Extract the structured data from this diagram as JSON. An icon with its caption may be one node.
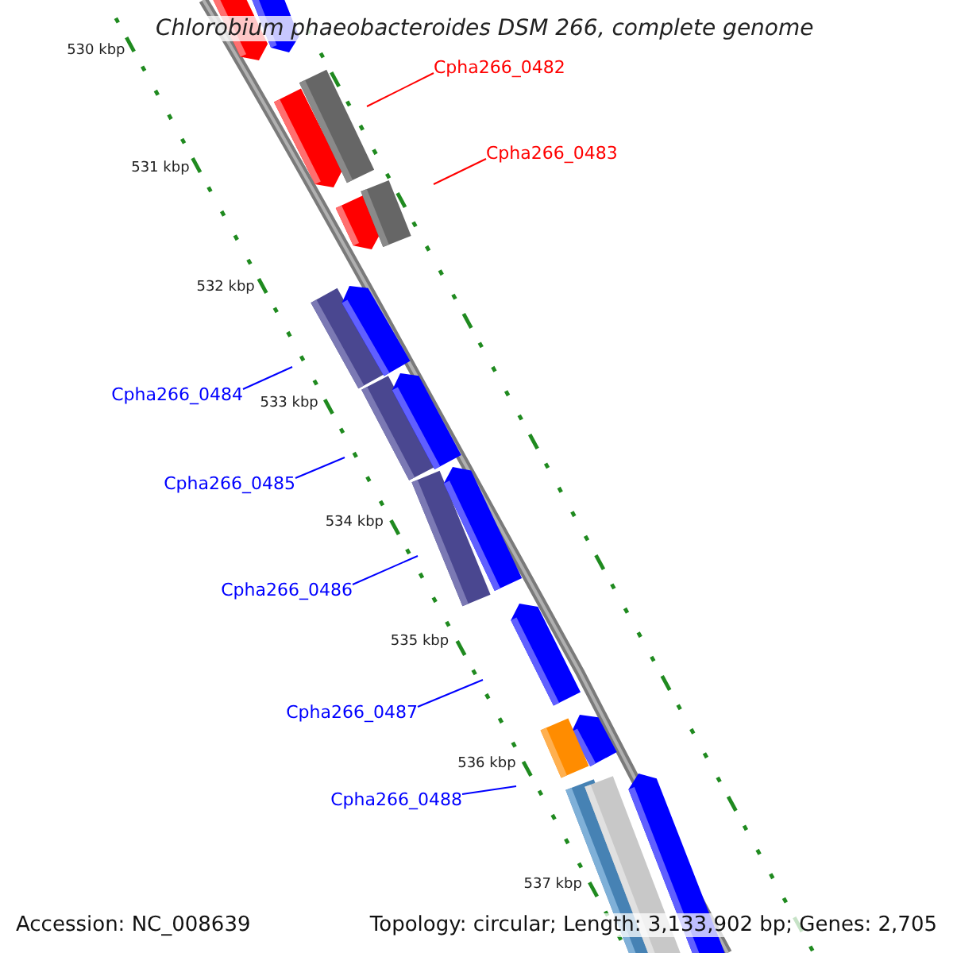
{
  "diagram": {
    "title": "Chlorobium phaeobacteroides DSM 266, complete genome",
    "nodes": [
      {
        "text": [
          "Cpha266_0482"
        ]
      },
      {
        "text": [
          "Cpha266_0483"
        ]
      },
      {
        "text": [
          "Cpha266_0484"
        ]
      },
      {
        "text": [
          "Cpha266_0485"
        ]
      },
      {
        "text": [
          "Cpha266_0486"
        ]
      },
      {
        "text": [
          "Cpha266_0487"
        ]
      },
      {
        "text": [
          "Cpha266_0488"
        ]
      }
    ],
    "edges": [
      {
        "from": 0,
        "to": null,
        "arrow": "none",
        "color": "#ff0000"
      },
      {
        "from": 1,
        "to": null,
        "arrow": "none",
        "color": "#ff0000"
      },
      {
        "from": 2,
        "to": null,
        "arrow": "none"
      },
      {
        "from": 3,
        "to": null,
        "arrow": "none"
      },
      {
        "from": 4,
        "to": null,
        "arrow": "none"
      },
      {
        "from": 5,
        "to": null,
        "arrow": "none"
      },
      {
        "from": 6,
        "to": null,
        "arrow": "none"
      }
    ],
    "labels": [
      "530 kbp",
      "531 kbp",
      "532 kbp",
      "533 kbp",
      "534 kbp",
      "535 kbp",
      "536 kbp",
      "537 kbp",
      "Accession: NC_008639",
      "Topology: circular; Length: 3,133,902 bp; Genes: 2,705"
    ]
  }
}
